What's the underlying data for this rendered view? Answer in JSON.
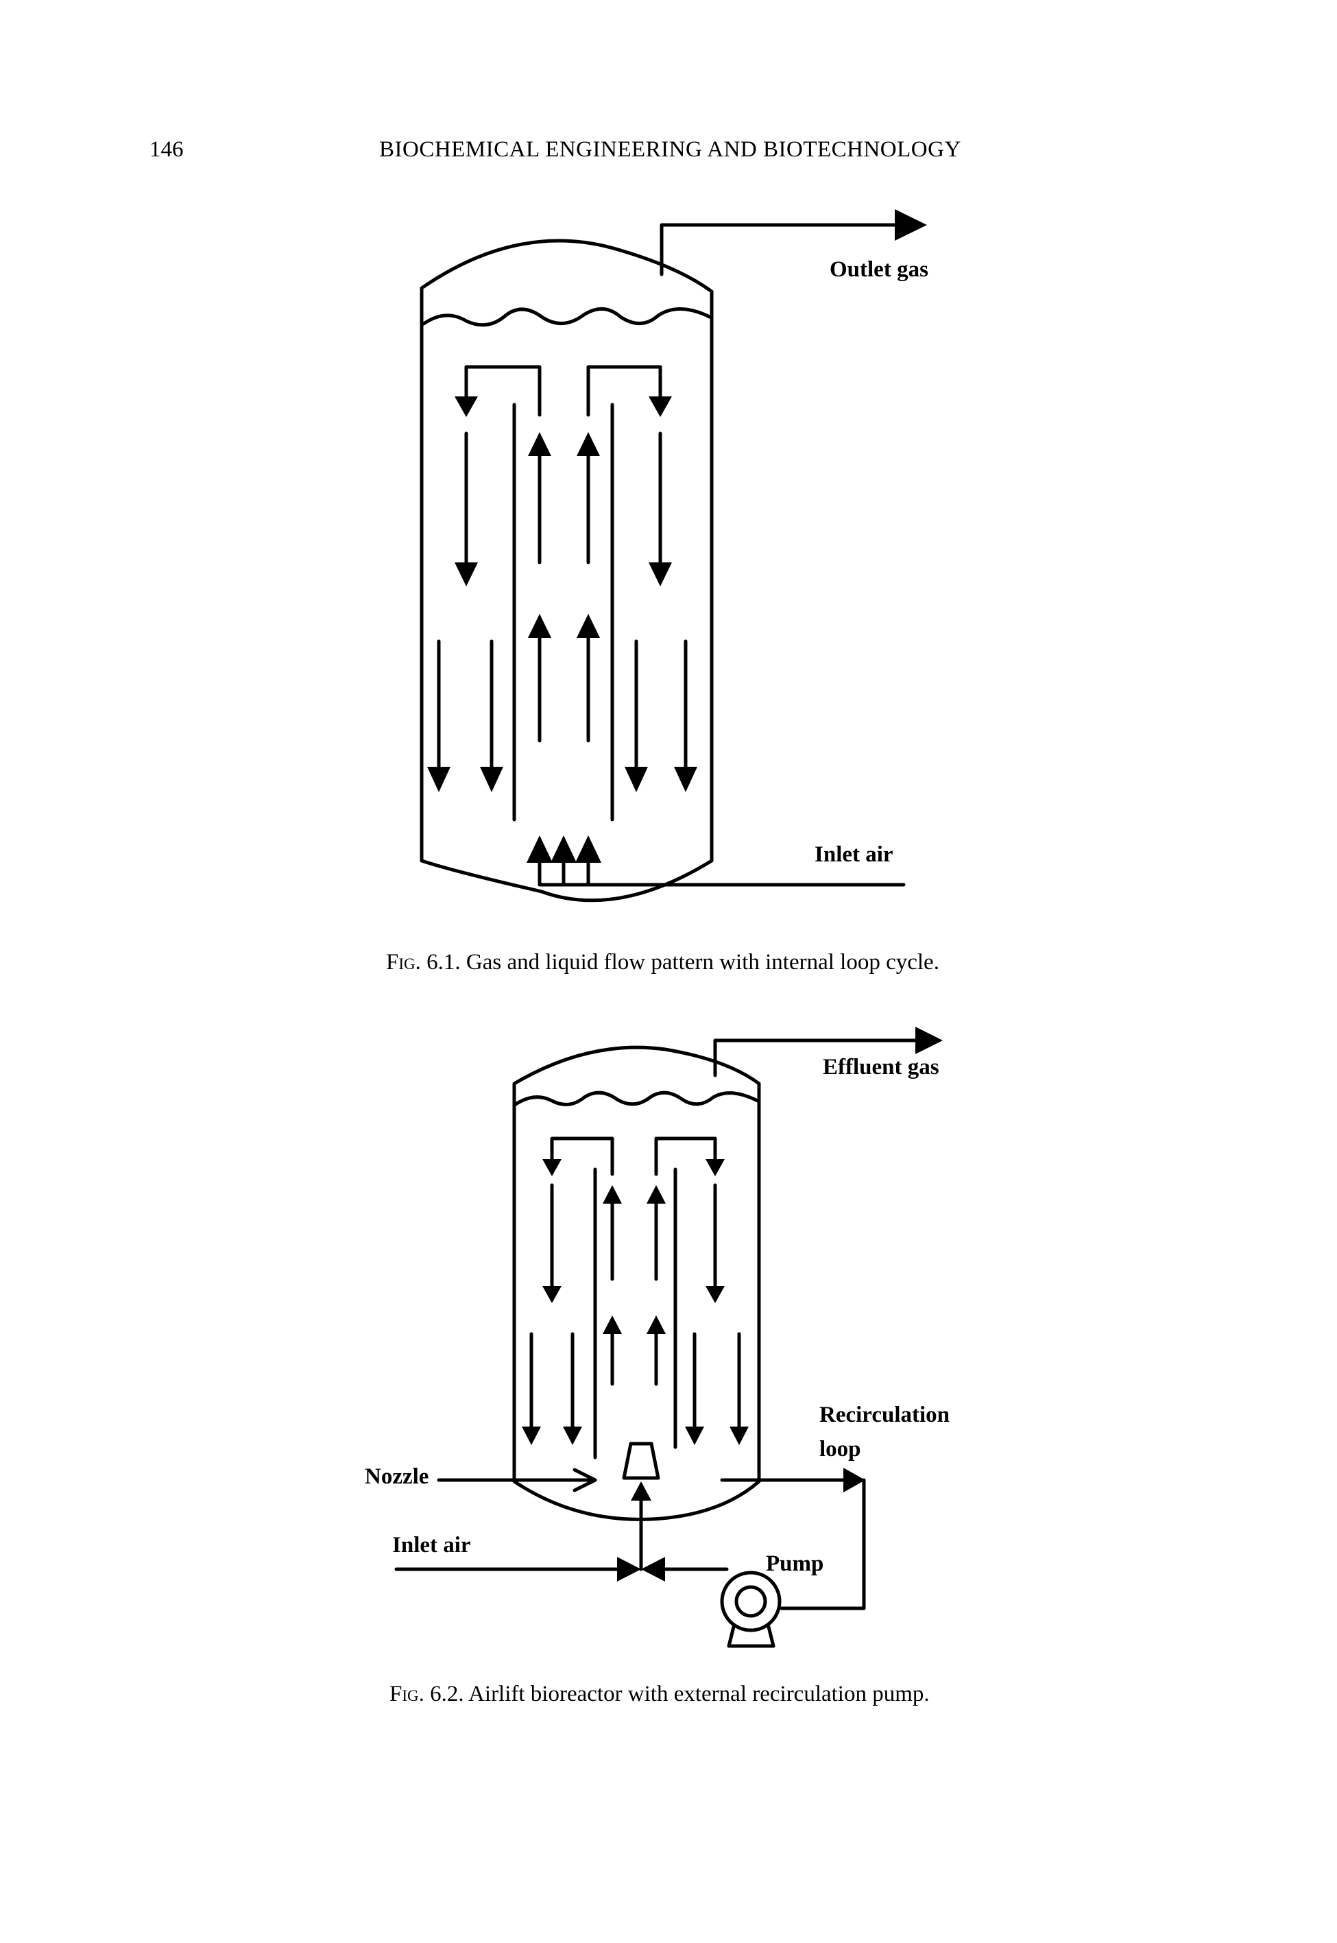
{
  "header": {
    "page_number": "146",
    "running_title": "BIOCHEMICAL ENGINEERING AND BIOTECHNOLOGY"
  },
  "figure1": {
    "label": "Fig. 6.1.",
    "caption": "Gas and liquid flow pattern with internal loop cycle.",
    "outlet_label": "Outlet gas",
    "inlet_label": "Inlet air"
  },
  "figure2": {
    "label": "Fig. 6.2.",
    "caption": "Airlift bioreactor with external recirculation pump.",
    "effluent_label": "Effluent gas",
    "recirc_label_line1": "Recirculation",
    "recirc_label_line2": "loop",
    "nozzle_label": "Nozzle",
    "inlet_label": "Inlet air",
    "pump_label": "Pump"
  }
}
